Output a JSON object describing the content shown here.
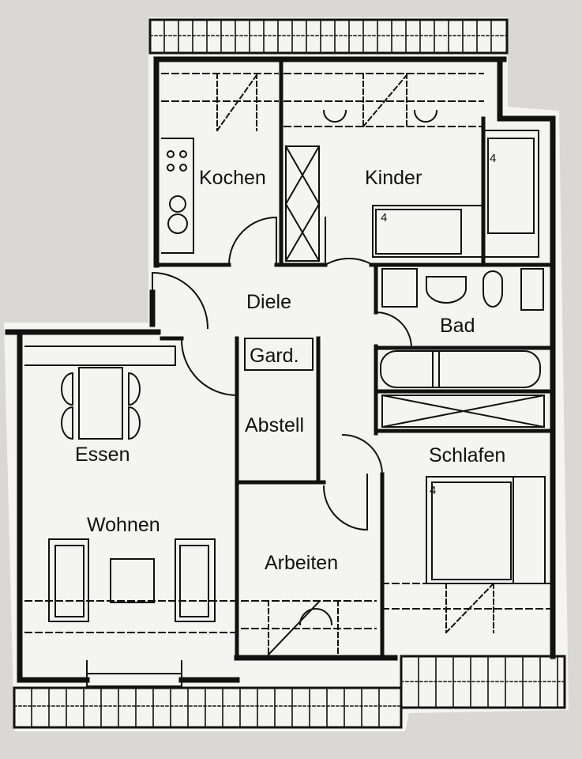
{
  "floor_plan": {
    "rooms": [
      {
        "id": "kochen",
        "label": "Kochen"
      },
      {
        "id": "kinder",
        "label": "Kinder"
      },
      {
        "id": "diele",
        "label": "Diele"
      },
      {
        "id": "bad",
        "label": "Bad"
      },
      {
        "id": "gard",
        "label": "Gard."
      },
      {
        "id": "abstell",
        "label": "Abstell"
      },
      {
        "id": "schlafen",
        "label": "Schlafen"
      },
      {
        "id": "essen",
        "label": "Essen"
      },
      {
        "id": "wohnen",
        "label": "Wohnen"
      },
      {
        "id": "arbeiten",
        "label": "Arbeiten"
      }
    ],
    "colors": {
      "paper": "#f4f4f2",
      "background": "#d9d8d6",
      "ink": "#111111"
    }
  }
}
